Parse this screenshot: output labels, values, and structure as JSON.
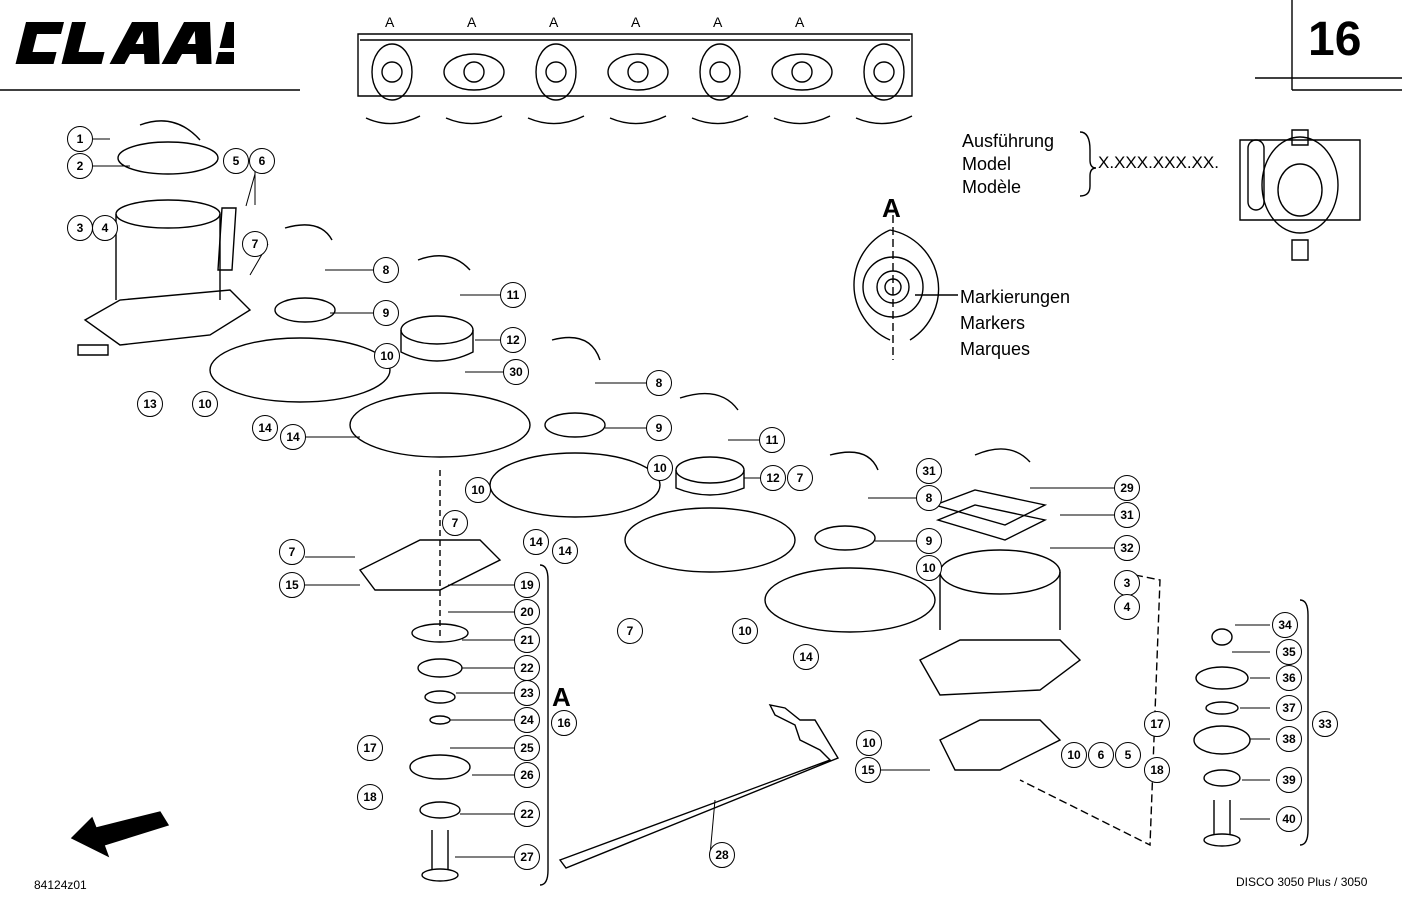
{
  "page": {
    "brand": "CLAAS",
    "page_number": "16",
    "drawing_id": "84124z01",
    "model": "DISCO 3050 Plus / 3050"
  },
  "variant_label": {
    "lines": [
      "Ausführung",
      "Model",
      "Modèle"
    ],
    "serial": "X.XXX.XXX.XX."
  },
  "markers_label": {
    "lines": [
      "Markierungen",
      "Markers",
      "Marques"
    ]
  },
  "view_a": {
    "letter": "A",
    "top_letters": [
      "A",
      "A",
      "A",
      "A",
      "A",
      "A"
    ],
    "ref_page": "16"
  },
  "callouts": [
    {
      "n": "1"
    },
    {
      "n": "2"
    },
    {
      "n": "3"
    },
    {
      "n": "4"
    },
    {
      "n": "5"
    },
    {
      "n": "6"
    },
    {
      "n": "7"
    },
    {
      "n": "13"
    },
    {
      "n": "10"
    },
    {
      "n": "8"
    },
    {
      "n": "9"
    },
    {
      "n": "11"
    },
    {
      "n": "12"
    },
    {
      "n": "30"
    },
    {
      "n": "14"
    },
    {
      "n": "14"
    },
    {
      "n": "10"
    },
    {
      "n": "8"
    },
    {
      "n": "9"
    },
    {
      "n": "11"
    },
    {
      "n": "10"
    },
    {
      "n": "12"
    },
    {
      "n": "7"
    },
    {
      "n": "10"
    },
    {
      "n": "7"
    },
    {
      "n": "14"
    },
    {
      "n": "14"
    },
    {
      "n": "7"
    },
    {
      "n": "15"
    },
    {
      "n": "19"
    },
    {
      "n": "20"
    },
    {
      "n": "21"
    },
    {
      "n": "22"
    },
    {
      "n": "23"
    },
    {
      "n": "24"
    },
    {
      "n": "25"
    },
    {
      "n": "26"
    },
    {
      "n": "22"
    },
    {
      "n": "27"
    },
    {
      "n": "17"
    },
    {
      "n": "18"
    },
    {
      "n": "7"
    },
    {
      "n": "10"
    },
    {
      "n": "14"
    },
    {
      "n": "8"
    },
    {
      "n": "9"
    },
    {
      "n": "10"
    },
    {
      "n": "31"
    },
    {
      "n": "29"
    },
    {
      "n": "31"
    },
    {
      "n": "32"
    },
    {
      "n": "3"
    },
    {
      "n": "4"
    },
    {
      "n": "34"
    },
    {
      "n": "35"
    },
    {
      "n": "36"
    },
    {
      "n": "37"
    },
    {
      "n": "38"
    },
    {
      "n": "39"
    },
    {
      "n": "40"
    },
    {
      "n": "33"
    },
    {
      "n": "17"
    },
    {
      "n": "18"
    },
    {
      "n": "10"
    },
    {
      "n": "15"
    },
    {
      "n": "10"
    },
    {
      "n": "6"
    },
    {
      "n": "5"
    },
    {
      "n": "28"
    }
  ]
}
